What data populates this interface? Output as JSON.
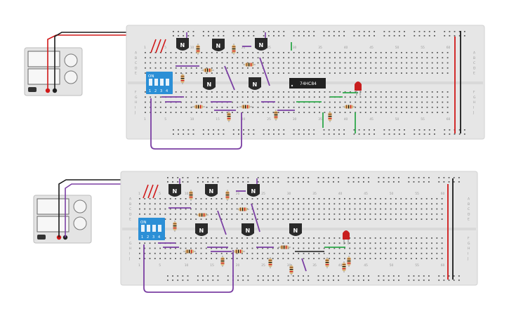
{
  "circuits": [
    {
      "id": "top",
      "power_supply": {
        "labels": [
          "",
          ""
        ]
      },
      "dip_switch": {
        "label_on": "ON",
        "positions": [
          "1",
          "2",
          "3",
          "4"
        ]
      },
      "transistor_label": "N",
      "ic": {
        "label": "74HC84"
      },
      "row_labels": [
        "A",
        "B",
        "C",
        "D",
        "E",
        "F",
        "G",
        "H",
        "I",
        "J"
      ],
      "column_labels": [
        "1",
        "5",
        "10",
        "15",
        "20",
        "25",
        "30",
        "35",
        "40",
        "45",
        "50",
        "55",
        "60"
      ],
      "led_color": "#c81e1e"
    },
    {
      "id": "bottom",
      "power_supply": {
        "labels": [
          "",
          ""
        ]
      },
      "dip_switch": {
        "label_on": "ON",
        "positions": [
          "1",
          "2",
          "3",
          "4"
        ]
      },
      "transistor_label": "N",
      "row_labels": [
        "A",
        "B",
        "C",
        "D",
        "E",
        "F",
        "G",
        "H",
        "I",
        "J"
      ],
      "column_labels": [
        "1",
        "5",
        "10",
        "15",
        "20",
        "25",
        "30",
        "35",
        "40",
        "45",
        "50",
        "55",
        "60"
      ],
      "led_color": "#c81e1e"
    }
  ],
  "colors": {
    "breadboard": "#e6e6e6",
    "hole": "#5a5a5a",
    "wire_purple": "#7b3fa3",
    "wire_green": "#2ea84a",
    "wire_red": "#d01818",
    "wire_black": "#1a1a1a",
    "resistor_body": "#d8b47a",
    "dip_blue": "#2b8fd6"
  }
}
